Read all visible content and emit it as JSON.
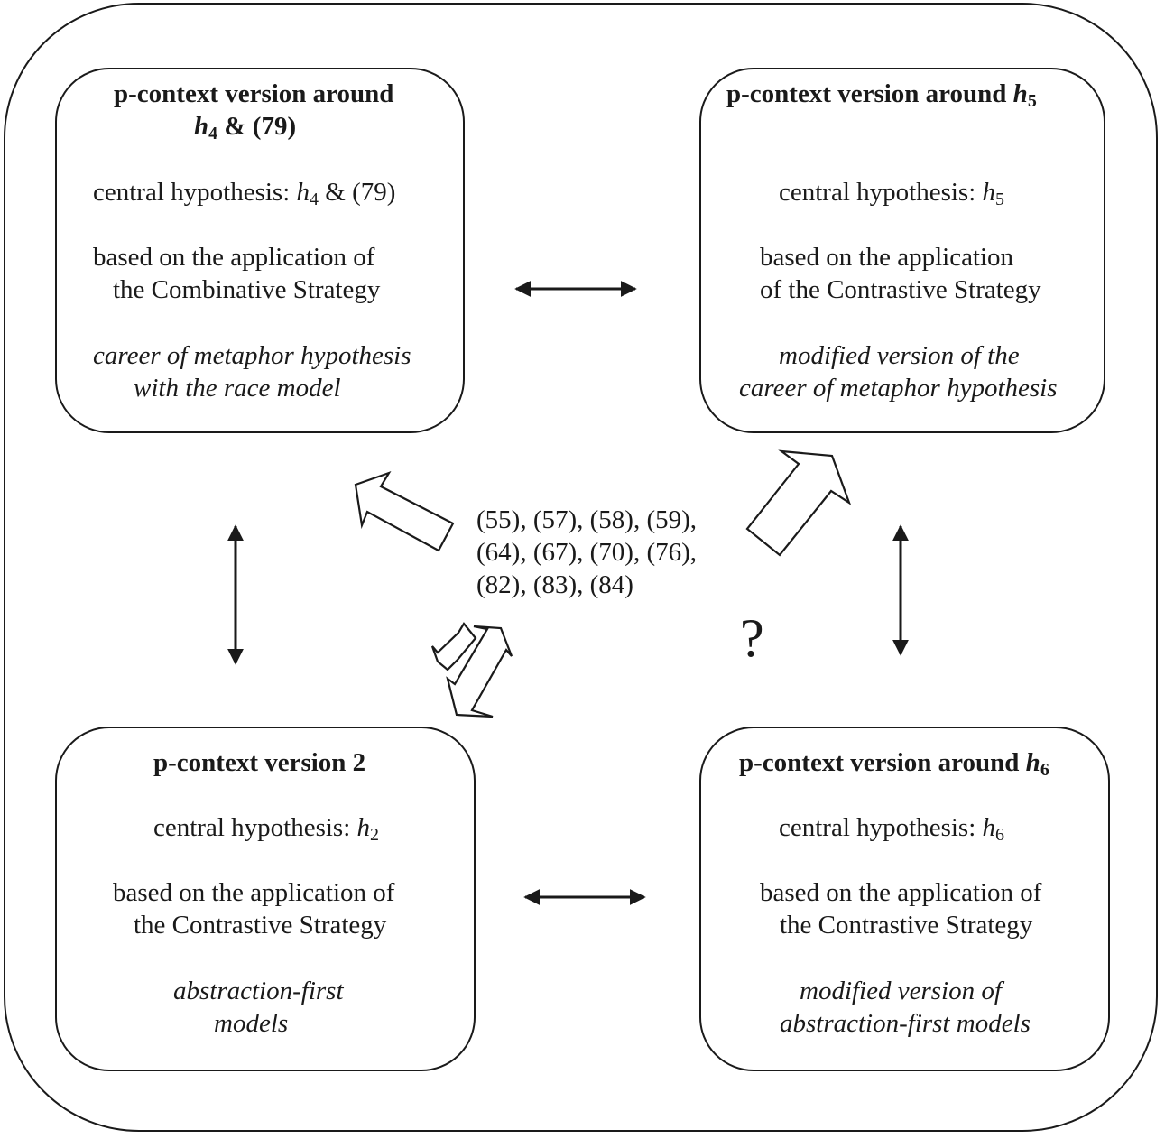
{
  "boxes": {
    "top_left": {
      "title_line1": "p-context version around",
      "title_var": "h",
      "title_sub": "4",
      "title_rest": " & (79)",
      "central_label": "central hypothesis: ",
      "central_var": "h",
      "central_sub": "4",
      "central_rest": " & (79)",
      "basis_line1": "based on the application of",
      "basis_line2": "the Combinative Strategy",
      "model_line1": "career of metaphor hypothesis",
      "model_line2": "with the race model"
    },
    "top_right": {
      "title_text": "p-context version around ",
      "title_var": "h",
      "title_sub": "5",
      "central_label": "central hypothesis: ",
      "central_var": "h",
      "central_sub": "5",
      "basis_line1": "based on the application",
      "basis_line2": "of the Contrastive Strategy",
      "model_line1": "modified version of the",
      "model_line2": "career of metaphor hypothesis"
    },
    "bottom_left": {
      "title_text": "p-context version 2",
      "central_label": "central hypothesis: ",
      "central_var": "h",
      "central_sub": "2",
      "basis_line1": "based on the application of",
      "basis_line2": "the Contrastive Strategy",
      "model_line1": "abstraction-first",
      "model_line2": "models"
    },
    "bottom_right": {
      "title_text": "p-context version around ",
      "title_var": "h",
      "title_sub": "6",
      "central_label": "central hypothesis: ",
      "central_var": "h",
      "central_sub": "6",
      "basis_line1": "based on the application of",
      "basis_line2": "the Contrastive Strategy",
      "model_line1": "modified version of",
      "model_line2": "abstraction-first models"
    }
  },
  "center": {
    "data_line1": "(55), (57), (58), (59),",
    "data_line2": "(64), (67), (70), (76),",
    "data_line3": "(82), (83), (84)",
    "unknown_mark": "?"
  },
  "connectors": [
    {
      "from": "top_left",
      "to": "top_right",
      "type": "double-arrow"
    },
    {
      "from": "bottom_left",
      "to": "bottom_right",
      "type": "double-arrow"
    },
    {
      "from": "top_left",
      "to": "bottom_left",
      "type": "double-arrow"
    },
    {
      "from": "top_right",
      "to": "bottom_right",
      "type": "double-arrow"
    },
    {
      "from": "center",
      "to": "top_left",
      "type": "block-arrow"
    },
    {
      "from": "center",
      "to": "top_right",
      "type": "block-arrow"
    },
    {
      "from": "center",
      "to": "bottom_left",
      "type": "block-arrow-pair"
    }
  ]
}
